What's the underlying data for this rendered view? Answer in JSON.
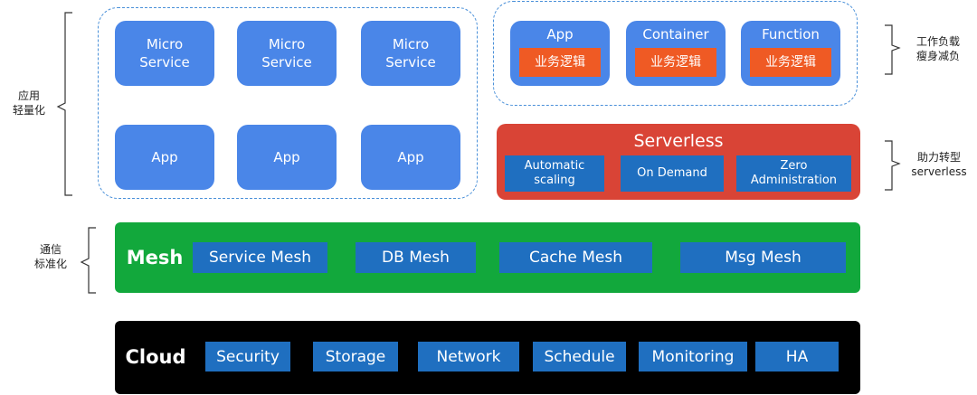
{
  "left_labels": {
    "app_light": "应用\n轻量化",
    "comm_std": "通信\n标准化"
  },
  "right_labels": {
    "workload": "工作负载\n瘦身减负",
    "serverless_help": "助力转型\nserverless"
  },
  "microservices": [
    "Micro\nService",
    "Micro\nService",
    "Micro\nService"
  ],
  "apps": [
    "App",
    "App",
    "App"
  ],
  "runtime_cards": [
    {
      "name": "App",
      "logic": "业务逻辑"
    },
    {
      "name": "Container",
      "logic": "业务逻辑"
    },
    {
      "name": "Function",
      "logic": "业务逻辑"
    }
  ],
  "serverless": {
    "title": "Serverless",
    "items": [
      "Automatic\nscaling",
      "On Demand",
      "Zero\nAdministration"
    ]
  },
  "mesh": {
    "title": "Mesh",
    "items": [
      "Service Mesh",
      "DB Mesh",
      "Cache Mesh",
      "Msg Mesh"
    ]
  },
  "cloud": {
    "title": "Cloud",
    "items": [
      "Security",
      "Storage",
      "Network",
      "Schedule",
      "Monitoring",
      "HA"
    ]
  },
  "colors": {
    "card_blue": "#4a86e8",
    "box_blue": "#1f6fc0",
    "orange": "#ef5a24",
    "serverless_red": "#d94436",
    "mesh_green": "#12a83c",
    "cloud_black": "#000000"
  }
}
